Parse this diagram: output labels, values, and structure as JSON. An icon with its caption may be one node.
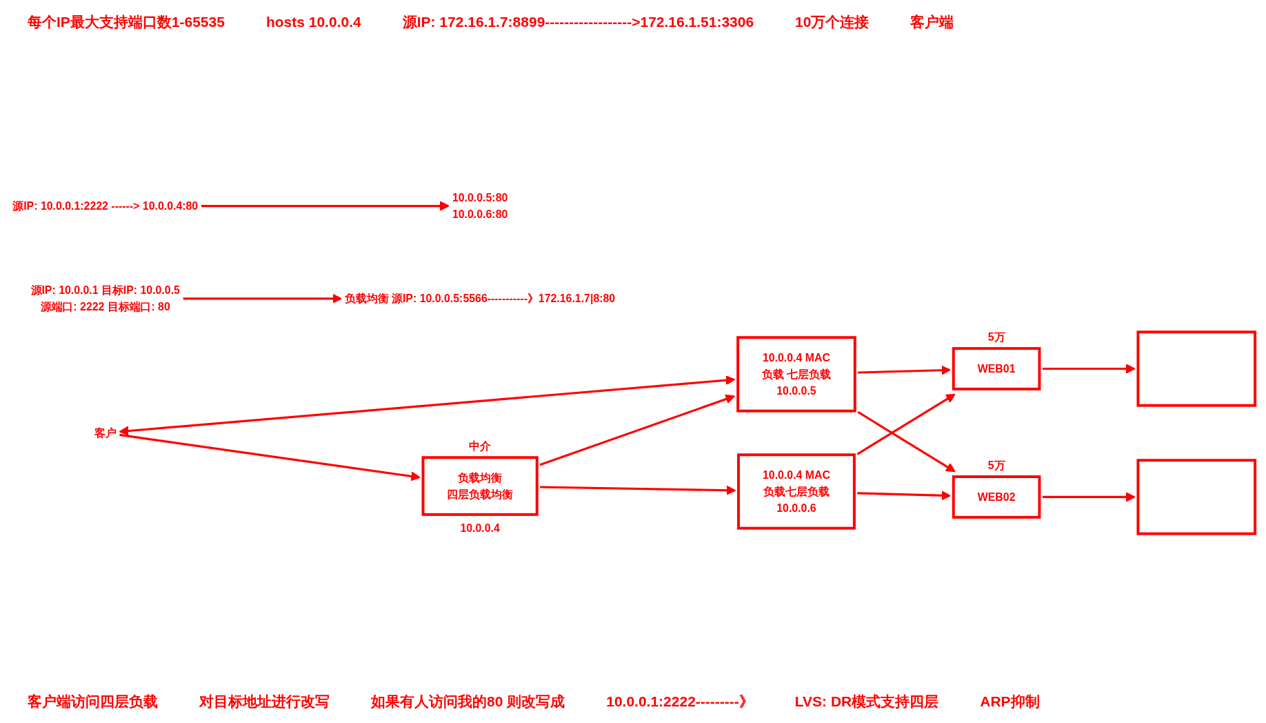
{
  "diagram": {
    "nodes": [
      {
        "text": [
          "源IP: 10.0.0.1 目标IP: 10.0.0.5",
          "源端口: 2222 目标端口: 80"
        ]
      },
      {
        "text": [
          "负载均衡 源IP: 10.0.0.5:5566-----------》172.16.1.7|8:80"
        ]
      },
      {
        "text": [
          "客户"
        ]
      },
      {
        "text": [
          "负载均衡",
          "四层负载均衡"
        ],
        "beside": [
          "中介",
          "10.0.0.4"
        ]
      },
      {
        "text": [
          "10.0.0.4 MAC",
          "负载 七层负载",
          "10.0.0.5"
        ]
      },
      {
        "text": [
          "10.0.0.4 MAC",
          "负载七层负载",
          "10.0.0.6"
        ]
      },
      {
        "text": [
          "WEB01"
        ],
        "beside": [
          "5万"
        ]
      },
      {
        "text": [
          "WEB02"
        ],
        "beside": [
          "5万"
        ]
      },
      {
        "text": [],
        "shape": "box"
      },
      {
        "text": [],
        "shape": "box"
      },
      {
        "text": [
          "源IP: 10.0.0.1:2222 ------> 10.0.0.4:80"
        ]
      },
      {
        "text": [
          "10.0.0.5:80",
          "10.0.0.6:80"
        ]
      }
    ],
    "edges": [
      {
        "from": 0,
        "to": 1,
        "arrow": "to"
      },
      {
        "from": 2,
        "to": 3,
        "arrow": "to"
      },
      {
        "from": 2,
        "to": 4,
        "arrow": "both"
      },
      {
        "from": 3,
        "to": 4,
        "arrow": "to"
      },
      {
        "from": 3,
        "to": 5,
        "arrow": "to"
      },
      {
        "from": 4,
        "to": 6,
        "arrow": "to"
      },
      {
        "from": 4,
        "to": 7,
        "arrow": "to"
      },
      {
        "from": 5,
        "to": 6,
        "arrow": "to"
      },
      {
        "from": 5,
        "to": 7,
        "arrow": "to"
      },
      {
        "from": 6,
        "to": 8,
        "arrow": "to"
      },
      {
        "from": 7,
        "to": 9,
        "arrow": "to"
      },
      {
        "from": 10,
        "to": 11,
        "arrow": "to"
      }
    ],
    "labels": [
      "每个IP最大支持端口数1-65535",
      "hosts 10.0.0.4",
      "源IP: 172.16.1.7:8899------------------>172.16.1.51:3306",
      "10万个连接",
      "客户端",
      "客户端访问四层负载",
      "对目标地址进行改写",
      "如果有人访问我的80 则改写成",
      "10.0.0.1:2222---------》",
      "LVS: DR模式支持四层",
      "ARP抑制"
    ]
  }
}
